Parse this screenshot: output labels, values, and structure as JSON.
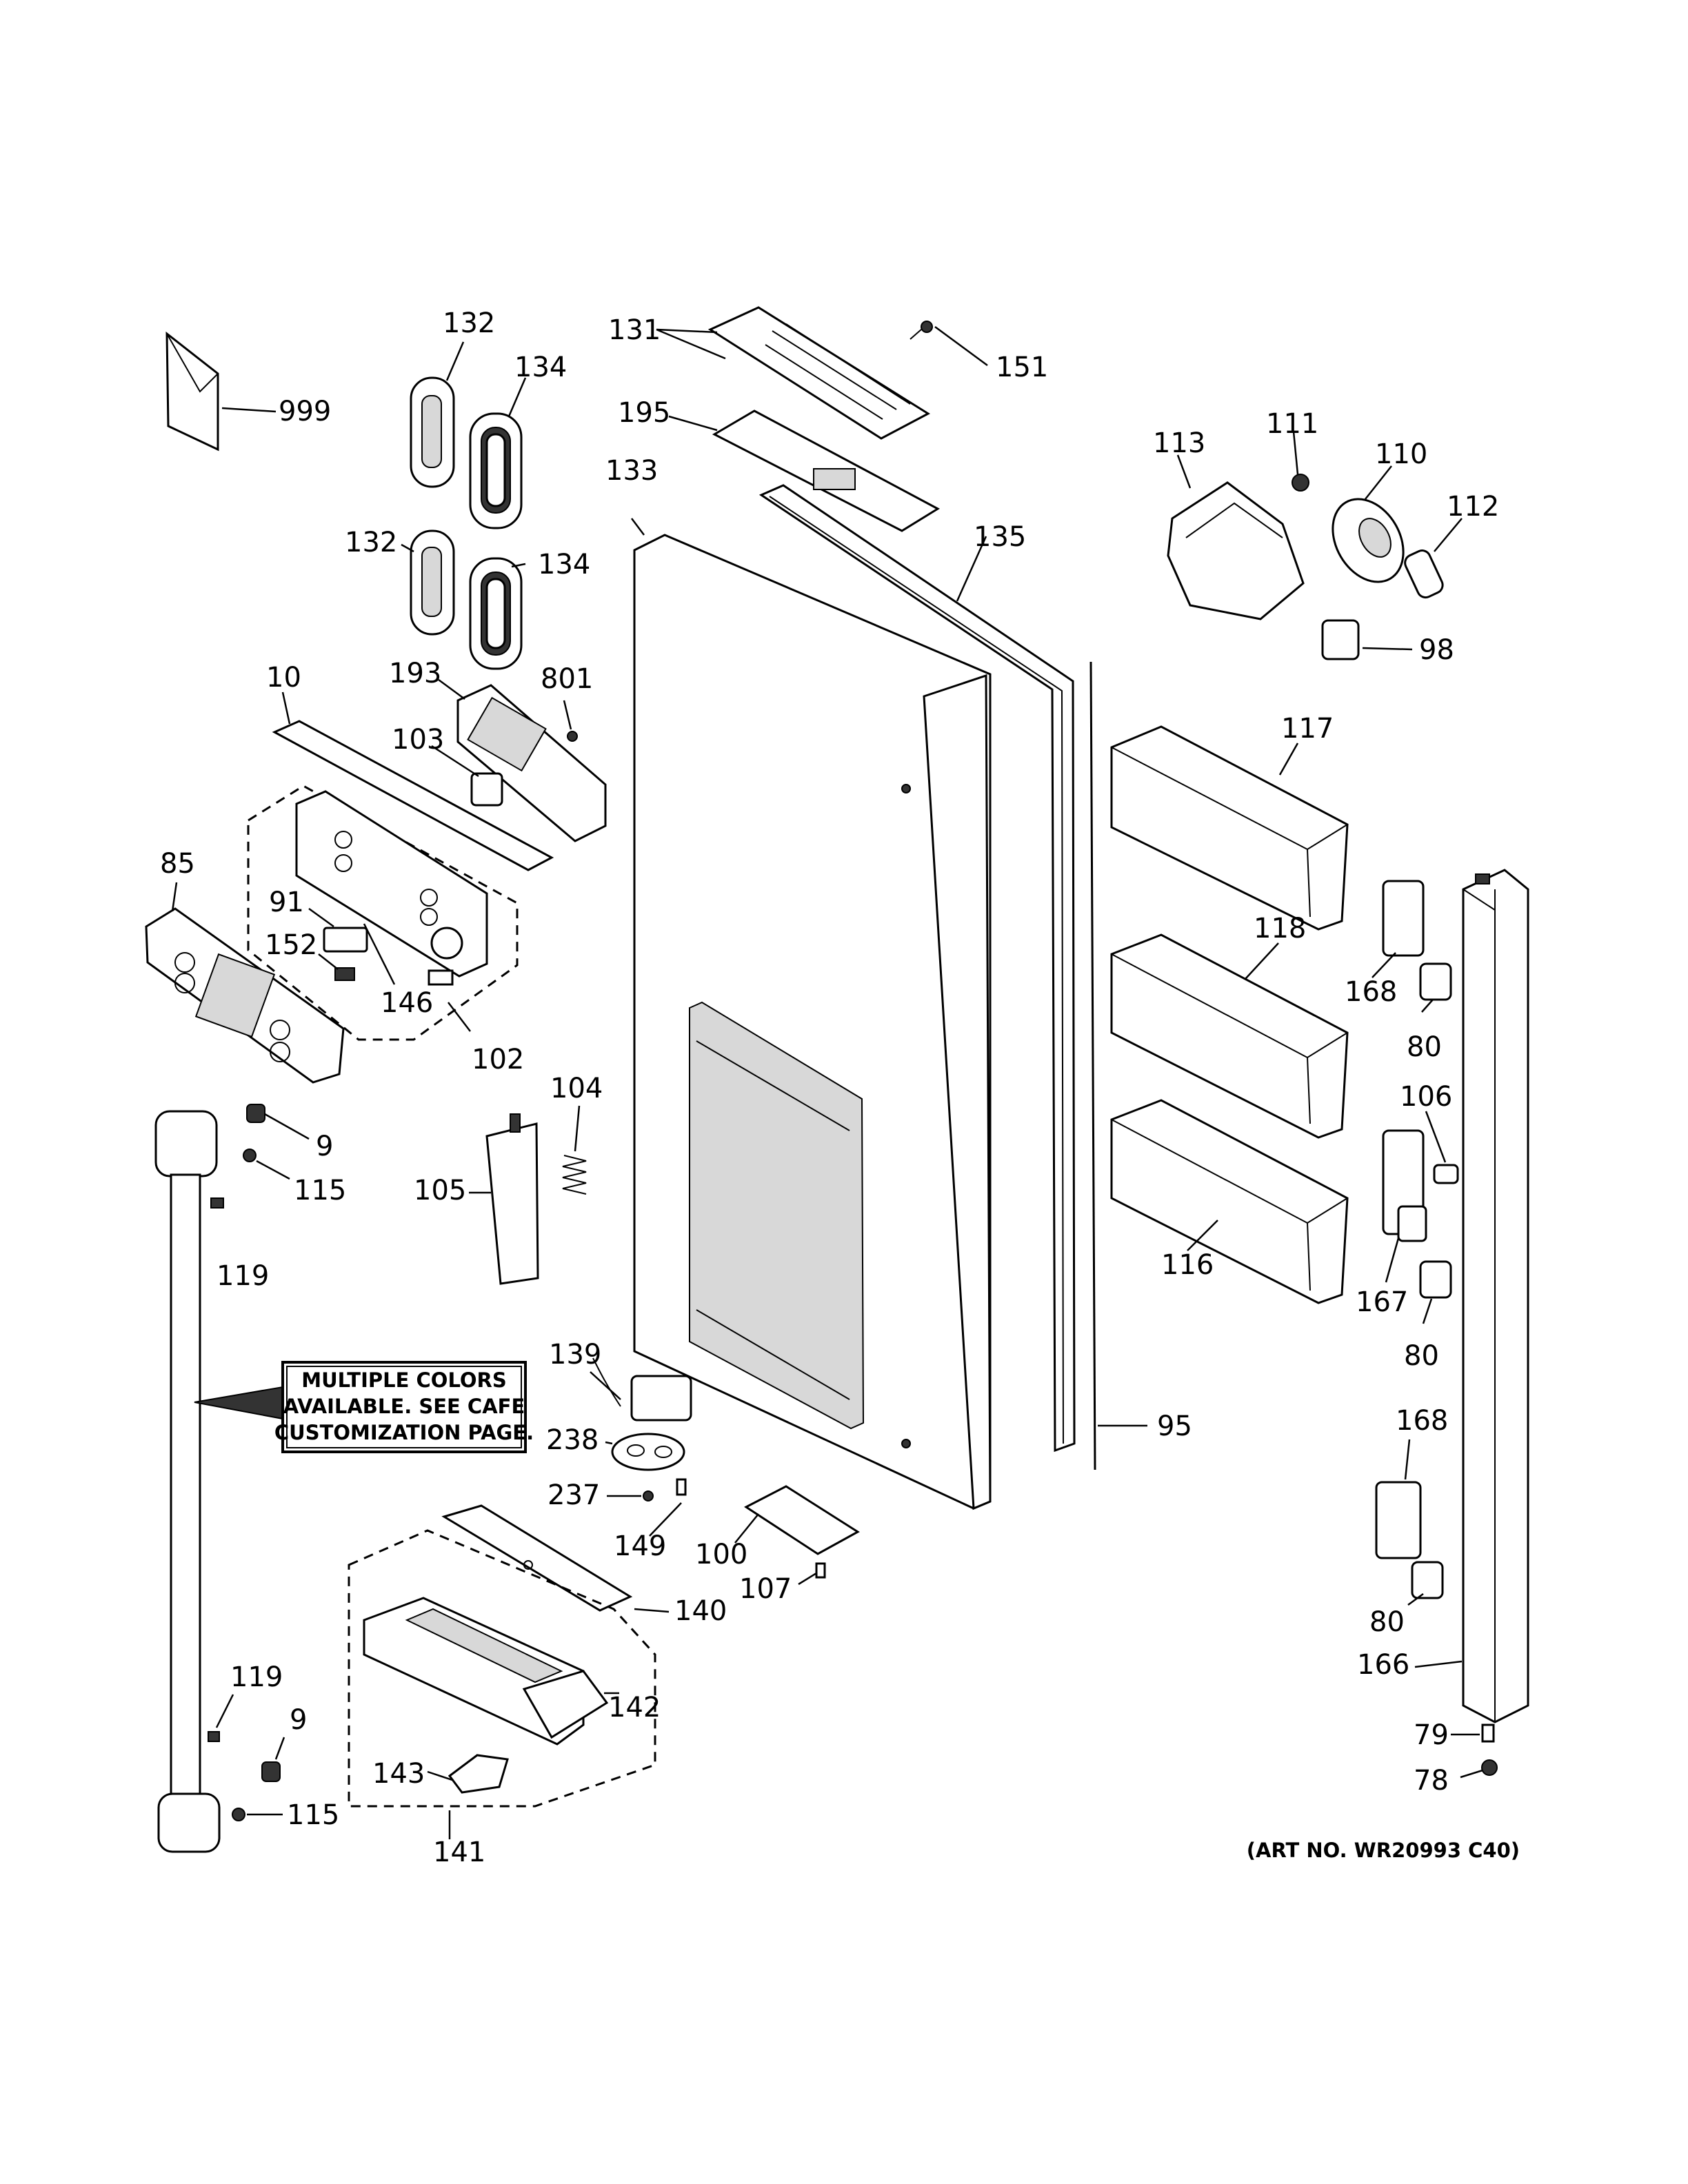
{
  "callouts": {
    "c999": "999",
    "c132a": "132",
    "c134a": "134",
    "c132b": "132",
    "c134b": "134",
    "c131": "131",
    "c151": "151",
    "c195": "195",
    "c133": "133",
    "c135": "135",
    "c113": "113",
    "c111": "111",
    "c110": "110",
    "c112": "112",
    "c98": "98",
    "c10": "10",
    "c193": "193",
    "c801": "801",
    "c103": "103",
    "c117": "117",
    "c85": "85",
    "c91": "91",
    "c152": "152",
    "c146": "146",
    "c102": "102",
    "c118": "118",
    "c168a": "168",
    "c80a": "80",
    "c106": "106",
    "c104": "104",
    "c9a": "9",
    "c115a": "115",
    "c105": "105",
    "c119a": "119",
    "c116": "116",
    "c167": "167",
    "c80b": "80",
    "c139": "139",
    "c95": "95",
    "c238": "238",
    "c237": "237",
    "c149": "149",
    "c100": "100",
    "c107": "107",
    "c140": "140",
    "c168b": "168",
    "c80c": "80",
    "c166": "166",
    "c119b": "119",
    "c142": "142",
    "c9b": "9",
    "c143": "143",
    "c115b": "115",
    "c141": "141",
    "c79": "79",
    "c78": "78"
  },
  "note": {
    "line1": "MULTIPLE COLORS",
    "line2": "AVAILABLE. SEE CAFE",
    "line3": "CUSTOMIZATION PAGE."
  },
  "art_number": "(ART NO. WR20993 C40)"
}
